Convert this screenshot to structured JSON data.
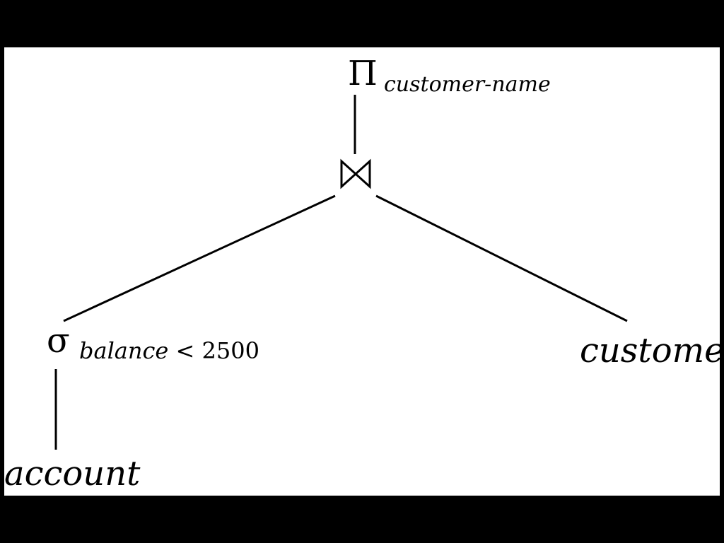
{
  "diagram": {
    "root": {
      "symbol": "Π",
      "subscript": "customer-name"
    },
    "join": {
      "symbol": "⋈"
    },
    "selection": {
      "symbol": "σ",
      "subscript_attribute": "balance",
      "subscript_operator": " < 2500"
    },
    "leaves": {
      "left": "account",
      "right": "customer"
    }
  }
}
